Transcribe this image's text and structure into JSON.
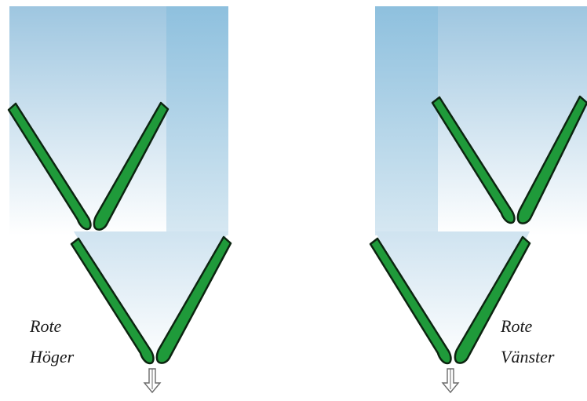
{
  "diagram": {
    "left": {
      "label_line1": "Rote",
      "label_line2": "Höger"
    },
    "right": {
      "label_line1": "Rote",
      "label_line2": "Vänster"
    }
  },
  "colors": {
    "background": "#ffffff",
    "fluid_top": "#9ec6e0",
    "fluid_bottom": "#ffffff",
    "fluid_dark_column": "#8ec0de",
    "blade_fill": "#1f9a3a",
    "blade_stroke": "#0c2410",
    "arrow_stroke": "#6b6b6b",
    "text": "#1a1a1a"
  },
  "icons": {
    "outflow": "down-arrow-icon"
  }
}
